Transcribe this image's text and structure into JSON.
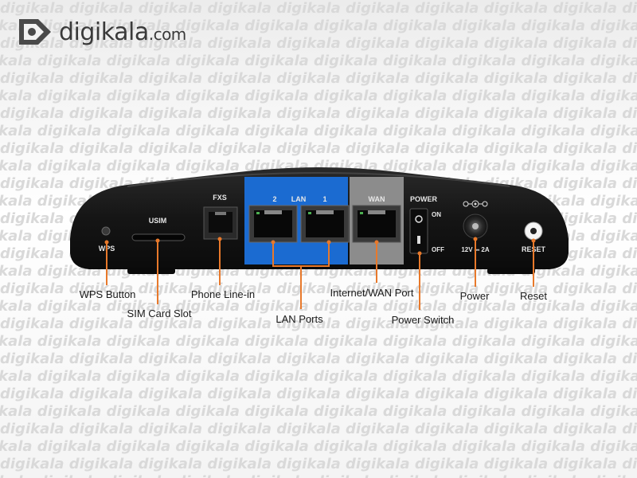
{
  "watermark": {
    "text": "digikala"
  },
  "logo": {
    "name": "digikala",
    "suffix": ".com"
  },
  "device": {
    "panel": {
      "wps": "WPS",
      "usim": "USIM",
      "fxs": "FXS",
      "lan_port_2": "2",
      "lan_title": "LAN",
      "lan_port_1": "1",
      "wan": "WAN",
      "power": "POWER",
      "on": "ON",
      "off": "OFF",
      "rating": "12V ⎓ 2A",
      "reset": "RESET"
    }
  },
  "callouts": {
    "wps_button": "WPS Button",
    "sim_card_slot": "SIM Card Slot",
    "phone_line_in": "Phone Line-in",
    "lan_ports": "LAN Ports",
    "internet_wan_port": "Internet/WAN Port",
    "power_switch": "Power Switch",
    "power": "Power",
    "reset": "Reset"
  },
  "colors": {
    "callout_line": "#e8792b",
    "lan_panel": "#1b6bd1",
    "wan_panel": "#8c8c8c",
    "device_body": "#1c1c1c"
  }
}
